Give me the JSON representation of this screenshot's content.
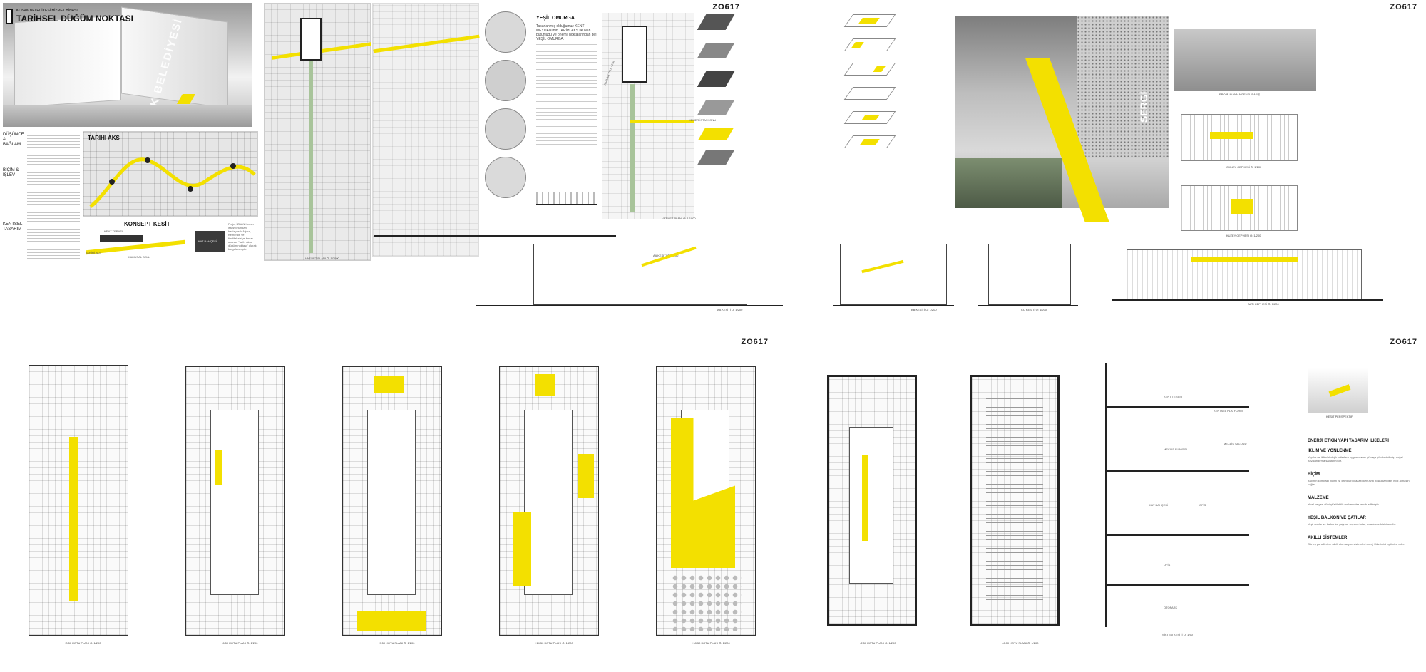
{
  "boards": [
    {
      "code": ""
    },
    {
      "code": "ZO617"
    },
    {
      "code": "ZO617"
    },
    {
      "code": "ZO617"
    },
    {
      "code": "ZO617"
    },
    {
      "code": "ZO617"
    }
  ],
  "board1": {
    "subtitle": "KONAK BELEDİYESİ HİZMET BİNASI",
    "title": "TARİHSEL DÜĞÜM NOKTASI",
    "facade_text": "KONAK BELEDİYESİ",
    "sections": [
      {
        "label": "DÜŞÜNCE & BAĞLAM"
      },
      {
        "label": "BİÇİM & İŞLEV"
      },
      {
        "label": "KENTSEL TASARIM"
      }
    ],
    "map_title": "TARİHİ AKS",
    "concept_title": "KONSEPT KESİT",
    "concept_labels": [
      "KENT TERASI",
      "KAT BAHÇESİ",
      "TARİHİ AKS",
      "KAMUSAL BELLİ"
    ],
    "concept_note": "Proje, İZBAN Kemer istasyonundan başlayarak Ağora, Kemeraltı ve Kadifekale'ye kadar uzanan \"tarihi akse düğüm noktası\" olarak kurgulanmıştır."
  },
  "board2": {
    "site_plan_caption": "VAZİYET PLANI Ö: 1/2000",
    "green_spine_title": "YEŞİL OMURGA",
    "spine_text": "Tasarlanmış olduğumuz KENT MEYDANI'nın TARİHİ AKS ile olan bütünlüğü ve önemli noktalarından biri YEŞİL OMURGA.",
    "spine_label": "AKALAN YAYA AKSI",
    "bridge_label": "KEMER İSTASYONU",
    "site_plan_caption2": "VAZİYET PLANI Ö: 1/1000"
  },
  "board3": {
    "section_captions": [
      "AA KESİTİ Ö: 1/200",
      "BB KESİTİ Ö: 1/200",
      "CC KESİTİ Ö: 1/200"
    ]
  },
  "board4": {
    "sign_text": "SERGİ",
    "captions": [
      "PROJE İNANMA GENEL BAKIŞ",
      "GÜNEY CEPHESİ Ö: 1/200",
      "KUZEY CEPHESİ Ö: 1/200",
      "BATI CEPHESİ Ö: 1/200"
    ]
  },
  "board5": {
    "plan_captions": [
      "+0.50 KOTU PLANI Ö: 1/200",
      "+6.50 KOTU PLANI Ö: 1/200",
      "+9.50 KOTU PLANI Ö: 1/200",
      "+14.50 KOTU PLANI Ö: 1/200",
      "+18.50 KOTU PLANI Ö: 1/200"
    ]
  },
  "board6": {
    "plan_captions": [
      "-2.50 KOTU PLANI Ö: 1/200",
      "-6.00 KOTU PLANI Ö: 1/200"
    ],
    "section_caption": "SİSTEM KESİTİ Ö: 1/50",
    "section_labels": [
      "KENT TERASI",
      "KENTSEL PLATFORM",
      "MECLİS FUAYESİ",
      "MECLİS SALONU",
      "KAT BAHÇESİ",
      "OFİS",
      "OFİS",
      "OTOPARK"
    ],
    "perspective_caption": "KESİT PERSPEKTİF",
    "text_head": "ENERJİ ETKİN YAPI TASARIM İLKELERİ",
    "text_blocks": [
      {
        "title": "İKLİM VE YÖNLENME",
        "body": "Yapılar ve iklim/ekolojik kriterlere uygun olarak güneşe yönlendirilmiş, doğal havalandırma sağlanmıştır."
      },
      {
        "title": "BİÇİM",
        "body": "Yapının kompakt biçimi ısı kayıplarını azaltırken avlu boşlukları gün ışığı almasını sağlar."
      },
      {
        "title": "MALZEME",
        "body": "Yerel ve geri dönüştürülebilir malzemeler tercih edilmiştir."
      },
      {
        "title": "YEŞİL BALKON VE ÇATILAR",
        "body": "Yeşil çatılar ve balkonlar yağmur suyunu tutar, ısı adası etkisini azaltır."
      },
      {
        "title": "AKILLI SİSTEMLER",
        "body": "Güneş panelleri ve akıllı otomasyon sistemleri enerji tüketimini optimize eder."
      }
    ]
  },
  "colors": {
    "accent": "#f3e000",
    "ink": "#222222",
    "paper": "#ffffff"
  }
}
